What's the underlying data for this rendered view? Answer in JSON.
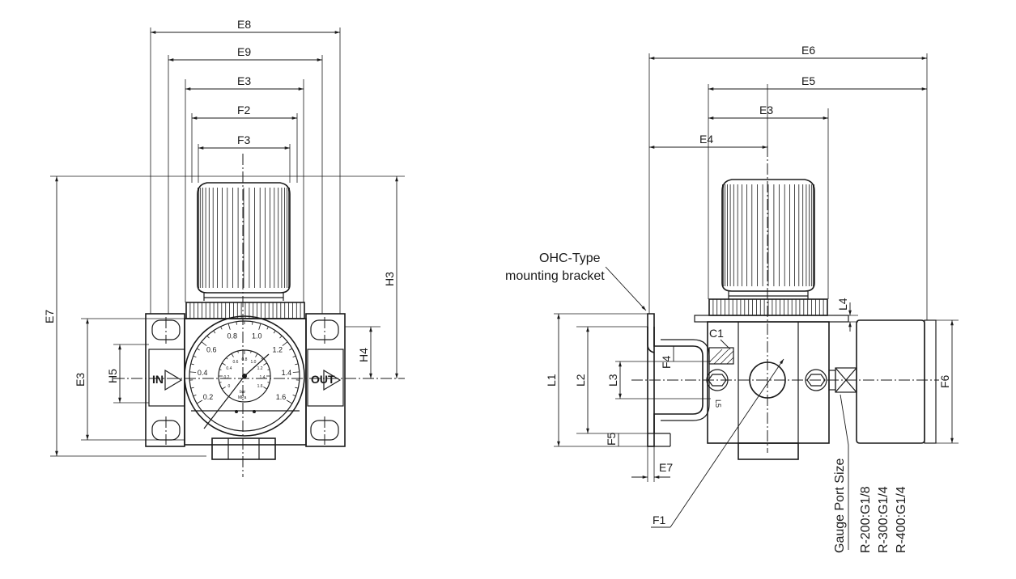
{
  "front_view": {
    "dimensions": {
      "E8": "E8",
      "E9": "E9",
      "E3": "E3",
      "F2": "F2",
      "F3": "F3",
      "E7": "E7",
      "H3": "H3",
      "H4": "H4",
      "H5": "H5",
      "E3_side": "E3"
    },
    "ports": {
      "in": "IN",
      "out": "OUT"
    },
    "gauge": {
      "outer_ticks": [
        "0.2",
        "0.4",
        "0.6",
        "0.8",
        "1.0",
        "1.2",
        "1.4",
        "1.6"
      ],
      "inner_ticks": [
        "0",
        "0.2",
        "0.4",
        "0.6",
        "0.8",
        "1.0",
        "1.2",
        "1.4",
        "1.6"
      ],
      "unit_bar": "bar",
      "unit_mpa": "MPa"
    }
  },
  "side_view": {
    "dimensions": {
      "E6": "E6",
      "E5": "E5",
      "E3": "E3",
      "E4": "E4",
      "C1": "C1",
      "L4": "L4",
      "F4": "F4",
      "L1": "L1",
      "L2": "L2",
      "L3": "L3",
      "L5": "L5",
      "F5": "F5",
      "E7": "E7",
      "F6": "F6",
      "F1": "F1"
    },
    "bracket_label_line1": "OHC-Type",
    "bracket_label_line2": "mounting bracket",
    "gauge_port_title": "Gauge Port Size",
    "gauge_port_sizes": [
      "R-200:G1/8",
      "R-300:G1/4",
      "R-400:G1/4"
    ]
  }
}
